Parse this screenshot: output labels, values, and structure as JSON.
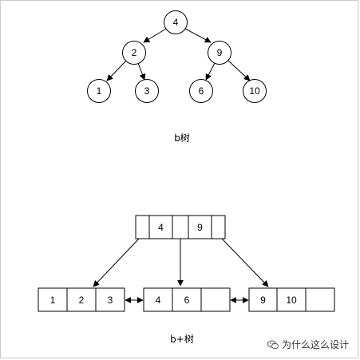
{
  "btree": {
    "root": "4",
    "left": "2",
    "right": "9",
    "left_left": "1",
    "left_right": "3",
    "right_left": "6",
    "right_right": "10",
    "caption": "b树"
  },
  "bplustree": {
    "root_keys": [
      "",
      "4",
      "",
      "9",
      ""
    ],
    "leaf1": [
      "1",
      "2",
      "3"
    ],
    "leaf2": [
      "4",
      "6",
      ""
    ],
    "leaf3": [
      "9",
      "10",
      ""
    ],
    "caption": "b+树"
  },
  "watermark": {
    "text": "为什么这么设计",
    "icon": "wechat-logo-icon"
  },
  "colors": {
    "stroke": "#000000",
    "background": "#ffffff"
  }
}
